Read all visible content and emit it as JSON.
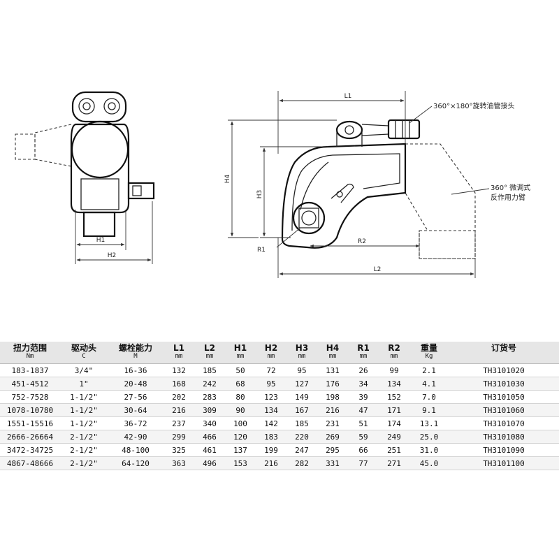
{
  "drawing": {
    "labels": {
      "h1": "H1",
      "h2": "H2",
      "l1": "L1",
      "l2": "L2",
      "r1": "R1",
      "r2": "R2",
      "h3": "H3",
      "h4": "H4",
      "swivel": "360°×180°旋转油管接头",
      "reaction_line1": "360° 微调式",
      "reaction_line2": "反作用力臂"
    }
  },
  "table": {
    "columns": [
      {
        "title": "扭力范围",
        "unit": "Nm"
      },
      {
        "title": "驱动头",
        "unit": "C"
      },
      {
        "title": "螺栓能力",
        "unit": "M"
      },
      {
        "title": "L1",
        "unit": "mm"
      },
      {
        "title": "L2",
        "unit": "mm"
      },
      {
        "title": "H1",
        "unit": "mm"
      },
      {
        "title": "H2",
        "unit": "mm"
      },
      {
        "title": "H3",
        "unit": "mm"
      },
      {
        "title": "H4",
        "unit": "mm"
      },
      {
        "title": "R1",
        "unit": "mm"
      },
      {
        "title": "R2",
        "unit": "mm"
      },
      {
        "title": "重量",
        "unit": "Kg"
      },
      {
        "title": "订货号",
        "unit": ""
      }
    ],
    "rows": [
      [
        "183-1837",
        "3/4\"",
        "16-36",
        "132",
        "185",
        "50",
        "72",
        "95",
        "131",
        "26",
        "99",
        "2.1",
        "TH3101020"
      ],
      [
        "451-4512",
        "1\"",
        "20-48",
        "168",
        "242",
        "68",
        "95",
        "127",
        "176",
        "34",
        "134",
        "4.1",
        "TH3101030"
      ],
      [
        "752-7528",
        "1-1/2\"",
        "27-56",
        "202",
        "283",
        "80",
        "123",
        "149",
        "198",
        "39",
        "152",
        "7.0",
        "TH3101050"
      ],
      [
        "1078-10780",
        "1-1/2\"",
        "30-64",
        "216",
        "309",
        "90",
        "134",
        "167",
        "216",
        "47",
        "171",
        "9.1",
        "TH3101060"
      ],
      [
        "1551-15516",
        "1-1/2\"",
        "36-72",
        "237",
        "340",
        "100",
        "142",
        "185",
        "231",
        "51",
        "174",
        "13.1",
        "TH3101070"
      ],
      [
        "2666-26664",
        "2-1/2\"",
        "42-90",
        "299",
        "466",
        "120",
        "183",
        "220",
        "269",
        "59",
        "249",
        "25.0",
        "TH3101080"
      ],
      [
        "3472-34725",
        "2-1/2\"",
        "48-100",
        "325",
        "461",
        "137",
        "199",
        "247",
        "295",
        "66",
        "251",
        "31.0",
        "TH3101090"
      ],
      [
        "4867-48666",
        "2-1/2\"",
        "64-120",
        "363",
        "496",
        "153",
        "216",
        "282",
        "331",
        "77",
        "271",
        "45.0",
        "TH3101100"
      ]
    ]
  }
}
